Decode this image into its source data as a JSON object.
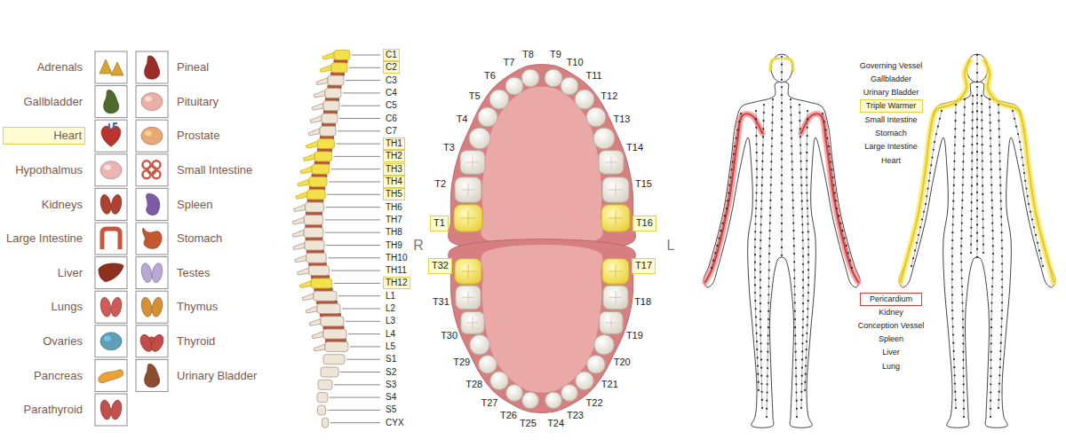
{
  "diagram": {
    "nodes": [
      {
        "text": [
          "Heart"
        ]
      },
      {
        "text": [
          "C1"
        ]
      },
      {
        "text": [
          "C2"
        ]
      },
      {
        "text": [
          "TH1"
        ]
      },
      {
        "text": [
          "TH2"
        ]
      },
      {
        "text": [
          "TH3"
        ]
      },
      {
        "text": [
          "TH4"
        ]
      },
      {
        "text": [
          "TH5"
        ]
      },
      {
        "text": [
          "TH12"
        ]
      },
      {
        "text": [
          "T1"
        ]
      },
      {
        "text": [
          "T16"
        ]
      },
      {
        "text": [
          "T32"
        ]
      },
      {
        "text": [
          "T17"
        ]
      },
      {
        "text": [
          "Triple Warmer"
        ]
      },
      {
        "text": [
          "Pericardium"
        ]
      }
    ],
    "labels": [
      "Adrenals",
      "Gallbladder",
      "Hypothalmus",
      "Kidneys",
      "Large Intestine",
      "Liver",
      "Lungs",
      "Ovaries",
      "Pancreas",
      "Parathyroid",
      "Pineal",
      "Pituitary",
      "Prostate",
      "Small Intestine",
      "Spleen",
      "Stomach",
      "Testes",
      "Thymus",
      "Thyroid",
      "Urinary Bladder",
      "C3",
      "C4",
      "C5",
      "C6",
      "C7",
      "TH6",
      "TH7",
      "TH8",
      "TH9",
      "TH10",
      "TH11",
      "L1",
      "L2",
      "L3",
      "L4",
      "L5",
      "S1",
      "S2",
      "S3",
      "S4",
      "S5",
      "CYX",
      "T2",
      "T3",
      "T4",
      "T5",
      "T6",
      "T7",
      "T8",
      "T9",
      "T10",
      "T11",
      "T12",
      "T13",
      "T14",
      "T15",
      "R",
      "L",
      "T18",
      "T19",
      "T20",
      "T21",
      "T22",
      "T23",
      "T24",
      "T25",
      "T26",
      "T27",
      "T28",
      "T29",
      "T30",
      "T31",
      "Governing Vessel",
      "Gallbladder",
      "Urinary Bladder",
      "Small Intestine",
      "Stomach",
      "Large Intestine",
      "Heart",
      "Kidney",
      "Conception Vessel",
      "Spleen",
      "Liver",
      "Lung"
    ]
  }
}
